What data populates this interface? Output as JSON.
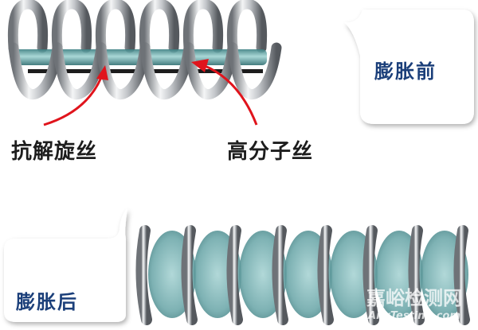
{
  "labels": {
    "anti_unwinding_wire": "抗解旋丝",
    "polymer_wire": "高分子丝",
    "before_expansion": "膨胀前",
    "after_expansion": "膨胀后"
  },
  "watermark": {
    "title": "嘉峪检测网",
    "subtitle": "AnyTesting.com"
  },
  "colors": {
    "arrow": "#e0141c",
    "text_blue": "#1b3f7a",
    "teal": "#5fa3a6",
    "steel": "#b8bcc2"
  }
}
